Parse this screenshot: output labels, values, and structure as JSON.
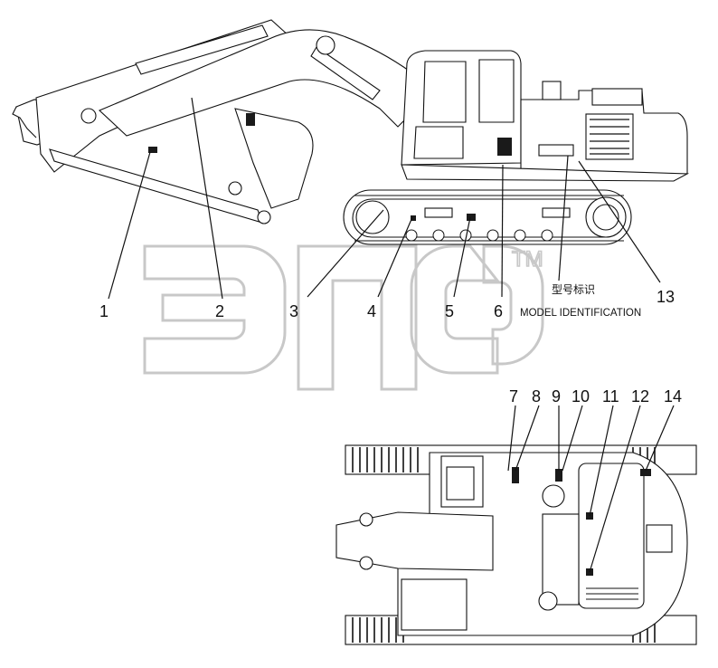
{
  "watermark": {
    "trademark": "TM"
  },
  "callouts": [
    {
      "id": "1",
      "label": "1"
    },
    {
      "id": "2",
      "label": "2"
    },
    {
      "id": "3",
      "label": "3"
    },
    {
      "id": "4",
      "label": "4"
    },
    {
      "id": "5",
      "label": "5"
    },
    {
      "id": "6",
      "label": "6"
    },
    {
      "id": "13",
      "label": "13"
    },
    {
      "id": "7",
      "label": "7"
    },
    {
      "id": "8",
      "label": "8"
    },
    {
      "id": "9",
      "label": "9"
    },
    {
      "id": "10",
      "label": "10"
    },
    {
      "id": "11",
      "label": "11"
    },
    {
      "id": "12",
      "label": "12"
    },
    {
      "id": "14",
      "label": "14"
    }
  ],
  "model_id": {
    "chinese": "型号标识",
    "english": "MODEL IDENTIFICATION"
  }
}
